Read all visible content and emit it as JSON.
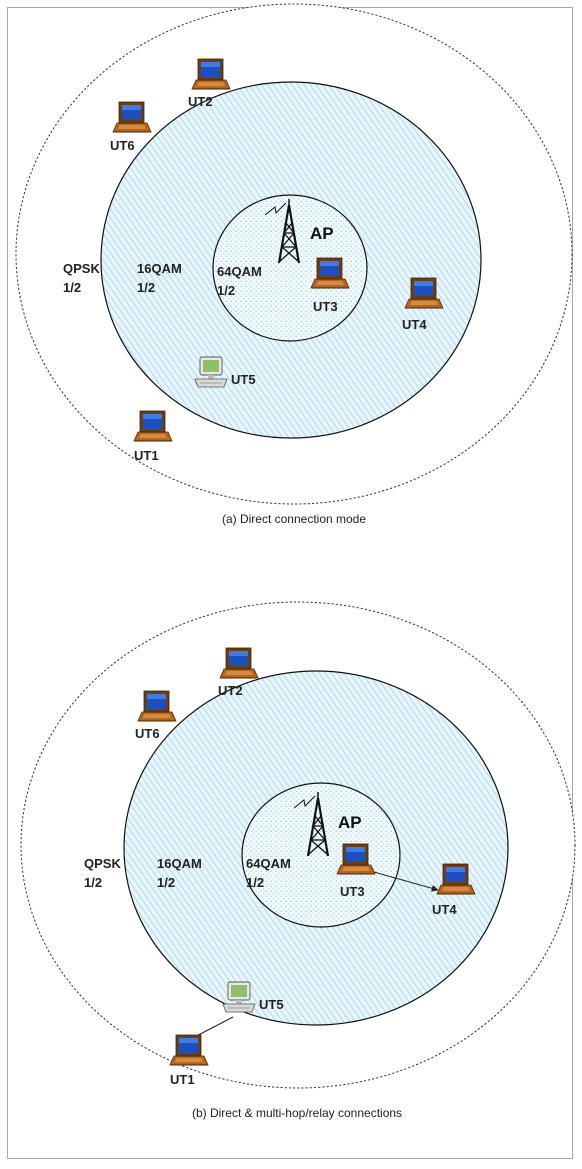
{
  "panels": [
    {
      "caption": "(a) Direct connection mode",
      "ap_label": "AP",
      "zones": [
        {
          "line1": "QPSK",
          "line2": "1/2"
        },
        {
          "line1": "16QAM",
          "line2": "1/2"
        },
        {
          "line1": "64QAM",
          "line2": "1/2"
        }
      ],
      "terminals": [
        "UT1",
        "UT2",
        "UT3",
        "UT4",
        "UT5",
        "UT6"
      ]
    },
    {
      "caption": "(b) Direct & multi-hop/relay connections",
      "ap_label": "AP",
      "zones": [
        {
          "line1": "QPSK",
          "line2": "1/2"
        },
        {
          "line1": "16QAM",
          "line2": "1/2"
        },
        {
          "line1": "64QAM",
          "line2": "1/2"
        }
      ],
      "terminals": [
        "UT1",
        "UT2",
        "UT3",
        "UT4",
        "UT5",
        "UT6"
      ]
    }
  ],
  "colors": {
    "zone_fill": "#e6f4fb",
    "hatch": "#9fd2e8",
    "dots": "#a8d4e6",
    "frame": "#a8a8a8",
    "laptop_body": "#b5651d",
    "laptop_screen": "#1e4fbf"
  },
  "icons": {
    "access_point": "antenna-tower-icon",
    "terminal": "laptop-icon",
    "desktop": "desktop-computer-icon"
  }
}
